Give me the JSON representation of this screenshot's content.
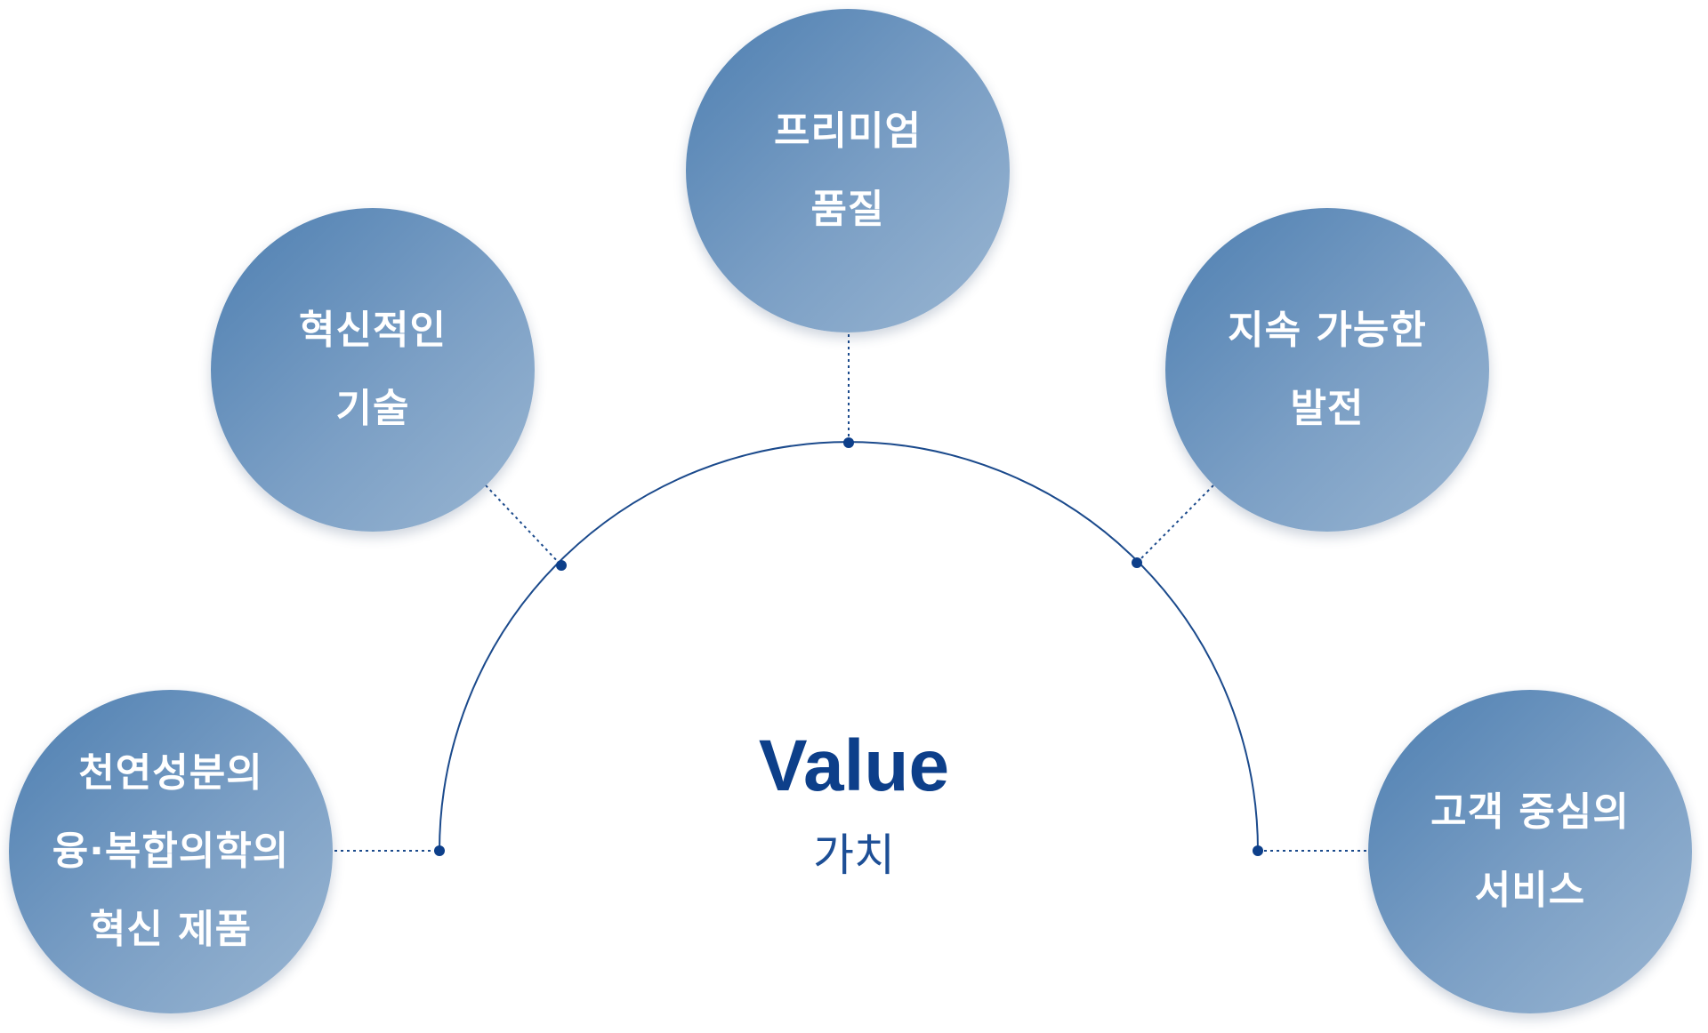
{
  "center": {
    "title": "Value",
    "subtitle": "가치"
  },
  "nodes": [
    {
      "lines": [
        "천연성분의",
        "융·복합의학의",
        "혁신 제품"
      ]
    },
    {
      "lines": [
        "혁신적인",
        "기술"
      ]
    },
    {
      "lines": [
        "프리미엄",
        "품질"
      ]
    },
    {
      "lines": [
        "지속 가능한",
        "발전"
      ]
    },
    {
      "lines": [
        "고객 중심의",
        "서비스"
      ]
    }
  ],
  "colors": {
    "arc": "#1b4a8c",
    "dot": "#0d3f8a",
    "title": "#0d3f8a",
    "node_gradient_start": "#4e7fb1",
    "node_gradient_end": "#9ab6d2",
    "node_text": "#ffffff"
  }
}
